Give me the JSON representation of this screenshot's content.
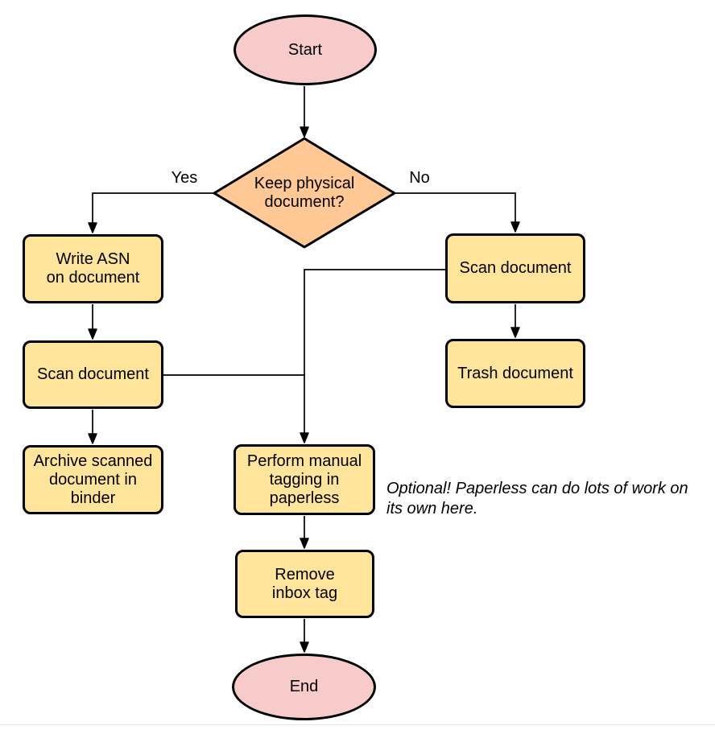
{
  "diagram": {
    "type": "flowchart",
    "nodes": {
      "start": {
        "shape": "terminal-ellipse",
        "label": "Start"
      },
      "decision": {
        "shape": "decision-diamond",
        "label": "Keep physical\ndocument?"
      },
      "write_asn": {
        "shape": "process-rect",
        "label": "Write ASN\non document"
      },
      "scan_left": {
        "shape": "process-rect",
        "label": "Scan document"
      },
      "archive": {
        "shape": "process-rect",
        "label": "Archive scanned\ndocument in\nbinder"
      },
      "scan_right": {
        "shape": "process-rect",
        "label": "Scan document"
      },
      "trash": {
        "shape": "process-rect",
        "label": "Trash document"
      },
      "perform_tagging": {
        "shape": "process-rect",
        "label": "Perform manual\ntagging in\npaperless"
      },
      "remove_inbox": {
        "shape": "process-rect",
        "label": "Remove\ninbox tag"
      },
      "end": {
        "shape": "terminal-ellipse",
        "label": "End"
      }
    },
    "edge_labels": {
      "yes": "Yes",
      "no": "No"
    },
    "edges": [
      "start -> decision",
      "decision -> write_asn (Yes)",
      "decision -> scan_right (No)",
      "write_asn -> scan_left",
      "scan_left -> archive",
      "scan_left -> perform_tagging",
      "scan_right -> trash",
      "scan_right -> perform_tagging",
      "perform_tagging -> remove_inbox",
      "remove_inbox -> end"
    ],
    "annotation": "Optional! Paperless can do lots of work on\nits own here.",
    "colors": {
      "terminal_fill": "#F8CBCB",
      "decision_fill": "#FFC894",
      "process_fill": "#FFE49C",
      "stroke": "#000000"
    }
  }
}
